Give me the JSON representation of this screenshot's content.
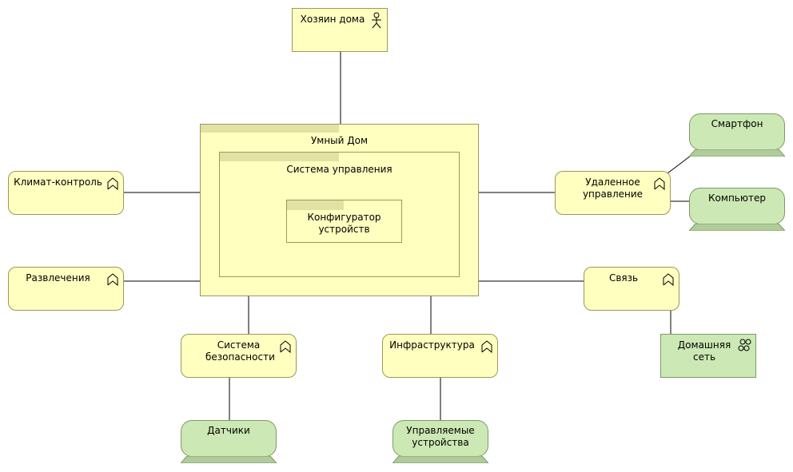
{
  "actor": {
    "label": "Хозяин дома"
  },
  "system": {
    "title": "Умный Дом",
    "subsystem": "Система управления",
    "component": "Конфигуратор устройств"
  },
  "functions": {
    "climate": "Климат-контроль",
    "entertainment": "Развлечения",
    "security": "Система безопасности",
    "infrastructure": "Инфраструктура",
    "remote": "Удаленное управление",
    "communication": "Связь"
  },
  "devices": {
    "smartphone": "Смартфон",
    "computer": "Компьютер",
    "sensors": "Датчики",
    "managed": "Управляемые устройства"
  },
  "network": {
    "label": "Домашняя сеть"
  },
  "colors": {
    "yellow_fill": "#ffffc0",
    "yellow_tab": "#e2e2a4",
    "green_fill": "#cce8b4",
    "border": "#9a9a5a"
  }
}
